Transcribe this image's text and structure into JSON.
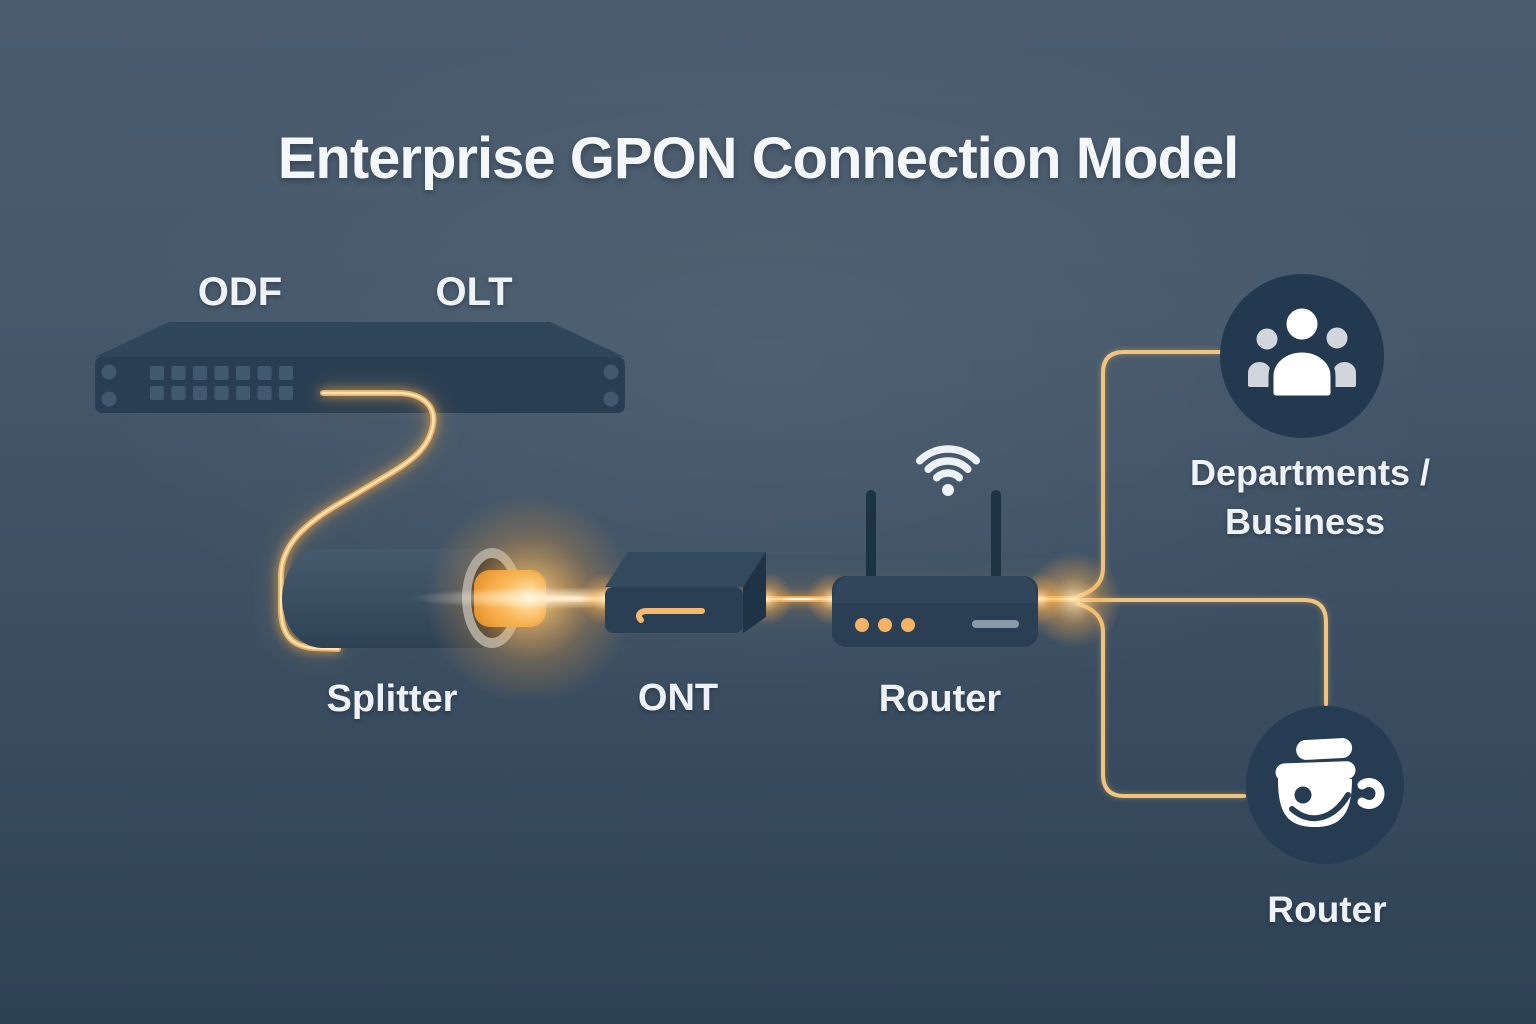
{
  "title": "Enterprise GPON Connection Model",
  "labels": {
    "odf": "ODF",
    "olt": "OLT",
    "splitter": "Splitter",
    "ont": "ONT",
    "router": "Router",
    "departments_line1": "Departments /",
    "departments_line2": "Business",
    "end_router": "Router"
  },
  "icons": {
    "wifi": "wifi-icon",
    "departments": "people-group-icon",
    "end_router": "dome-camera-icon"
  },
  "colors": {
    "background_top": "#4a5c6e",
    "background_bottom": "#2e4255",
    "device_navy": "#2a3f54",
    "device_top_face": "#32475c",
    "device_dark_face": "#1f3347",
    "fiber_amber": "#f0a84e",
    "fiber_core": "#fff3d8",
    "branch_line": "#eec47f",
    "led_orange": "#f4b264",
    "splitter_ring": "#95a9ba",
    "splitter_bore": "#1d2a38",
    "node_circle": "#243a50",
    "icon_white": "#ffffff",
    "icon_gray": "#d0d6dc",
    "text": "#eef2f6"
  }
}
